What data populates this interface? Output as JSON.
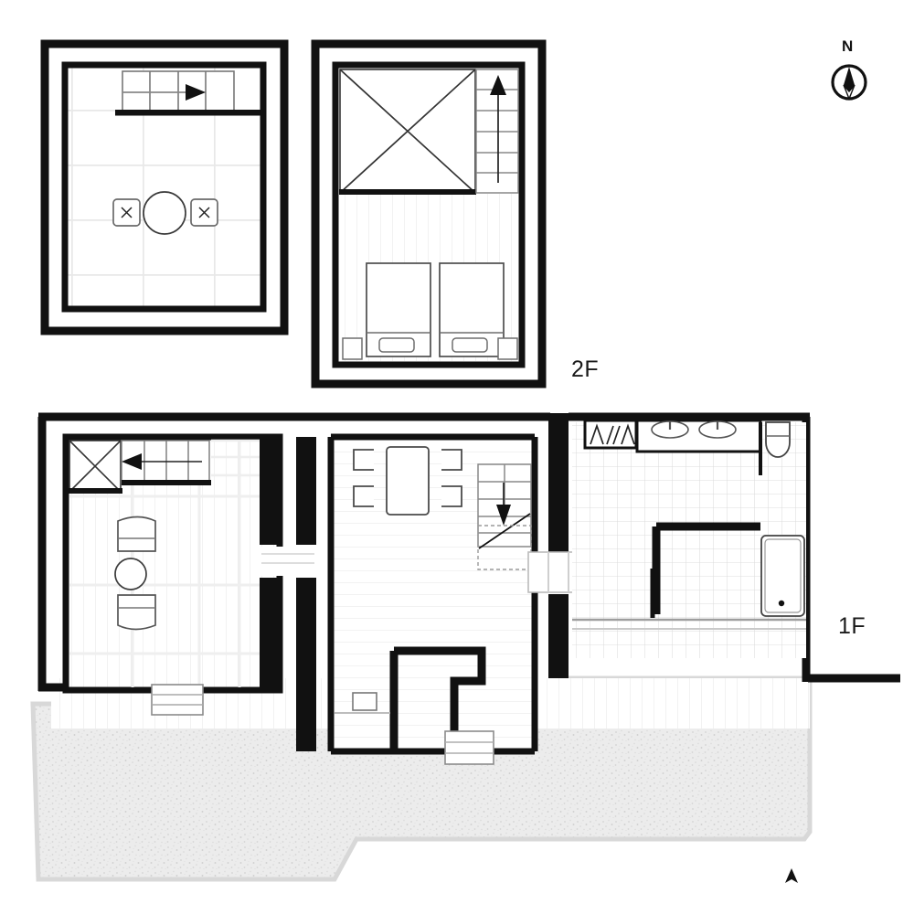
{
  "drawing": {
    "type": "architectural-floor-plan",
    "title_labels": {
      "second_floor": "2F",
      "first_floor": "1F"
    },
    "orientation": {
      "compass_label": "N",
      "compass_icon": "north-arrow-compass-icon"
    },
    "section_marker_icon": "section-arrow-marker-icon"
  },
  "plans": [
    {
      "id": "roof-terrace-plan",
      "name": "upper-left-plan",
      "label": "",
      "rooms": [
        {
          "name": "tiled-terrace",
          "floor_pattern": "tile-grid",
          "furniture": [
            {
              "name": "round-table",
              "shape": "circle"
            },
            {
              "name": "stool-left",
              "shape": "square-x"
            },
            {
              "name": "stool-right",
              "shape": "square-x"
            }
          ]
        },
        {
          "name": "stair-run",
          "direction_icon": "arrow-right-icon",
          "steps": 4
        }
      ]
    },
    {
      "id": "second-floor-plan",
      "name": "2f-bedroom-plan",
      "label": "2F",
      "rooms": [
        {
          "name": "void-open-to-below",
          "symbol": "x-cross-void-symbol"
        },
        {
          "name": "stair-run-up",
          "direction_icon": "arrow-up-icon",
          "steps": 6
        },
        {
          "name": "bedroom",
          "floor_pattern": "timber-plank",
          "furniture": [
            {
              "name": "bed-left",
              "shape": "bed-with-pillow"
            },
            {
              "name": "bed-right",
              "shape": "bed-with-pillow"
            },
            {
              "name": "nightstand-left",
              "shape": "square"
            },
            {
              "name": "nightstand-right",
              "shape": "square"
            }
          ]
        }
      ]
    },
    {
      "id": "first-floor-plan",
      "name": "1f-plan",
      "label": "1F",
      "rooms": [
        {
          "name": "living-room",
          "floor_pattern": "timber-plank",
          "furniture": [
            {
              "name": "armchair-top",
              "shape": "armchair"
            },
            {
              "name": "round-side-table",
              "shape": "circle"
            },
            {
              "name": "armchair-bottom",
              "shape": "armchair"
            }
          ]
        },
        {
          "name": "void-open-to-below",
          "symbol": "x-cross-void-symbol"
        },
        {
          "name": "stair-run-down-left",
          "direction_icon": "arrow-left-icon",
          "steps": 4
        },
        {
          "name": "dining-room",
          "floor_pattern": "timber-plank",
          "furniture": [
            {
              "name": "dining-table",
              "shape": "rectangle"
            },
            {
              "name": "dining-chair-1",
              "shape": "c-chair"
            },
            {
              "name": "dining-chair-2",
              "shape": "c-chair"
            },
            {
              "name": "dining-chair-3",
              "shape": "c-chair"
            },
            {
              "name": "dining-chair-4",
              "shape": "c-chair"
            }
          ]
        },
        {
          "name": "stair-run-down",
          "direction_icon": "arrow-down-icon",
          "steps": 5,
          "under_stair": "dashed-outline"
        },
        {
          "name": "entry-vestibule",
          "furniture": [
            {
              "name": "shoe-bench",
              "shape": "small-rectangle"
            }
          ]
        },
        {
          "name": "bathroom",
          "floor_pattern": "tile-grid",
          "fixtures": [
            {
              "name": "vanity-sink-left",
              "shape": "oval-basin"
            },
            {
              "name": "vanity-sink-right",
              "shape": "oval-basin"
            },
            {
              "name": "toilet",
              "shape": "toilet"
            },
            {
              "name": "bathtub",
              "shape": "rounded-rectangle-tub"
            },
            {
              "name": "closet-cabinet",
              "symbol": "zigzag-closet-symbol"
            }
          ]
        },
        {
          "name": "deck-terrace",
          "floor_pattern": "timber-plank"
        },
        {
          "name": "entry-steps",
          "shape": "stair-steps"
        },
        {
          "name": "porch-steps-front",
          "shape": "stair-steps"
        }
      ],
      "site": {
        "name": "gravel-ground",
        "pattern": "stipple-gravel"
      }
    }
  ],
  "colors": {
    "wall": "#111111",
    "light_line": "#b9b9b9",
    "mid_line": "#808080",
    "furniture_line": "#5a5a5a",
    "gravel": "#ebebeb",
    "gravel_edge": "#d6d6d6",
    "paper": "#ffffff",
    "text": "#1a1a1a"
  }
}
